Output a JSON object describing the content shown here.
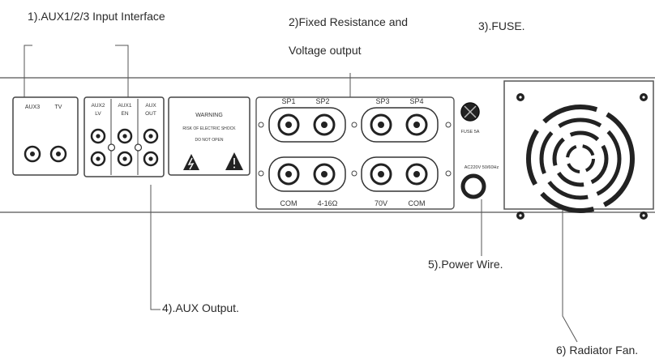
{
  "callouts": {
    "aux_input": "1).AUX1/2/3 Input Interface",
    "fixed_resistance_line1": "2)Fixed Resistance and",
    "fixed_resistance_line2": "Voltage output",
    "fuse": "3).FUSE.",
    "aux_output": "4).AUX Output.",
    "power_wire": "5).Power Wire.",
    "radiator_fan": "6) Radiator Fan."
  },
  "panel": {
    "aux3_label": "AUX3",
    "tv_label": "TV",
    "aux2_label": "AUX2",
    "aux2_sub": "LV",
    "aux1_label": "AUX1",
    "aux1_sub": "EN",
    "aux_out_label": "AUX",
    "aux_out_sub": "OUT",
    "warning_title": "WARNING",
    "warning_line1": "RISK OF ELECTRIC SHOCK",
    "warning_line2": "DO NOT OPEN",
    "sp1": "SP1",
    "sp2": "SP2",
    "sp3": "SP3",
    "sp4": "SP4",
    "com_left": "COM",
    "ohm": "4-16Ω",
    "v70": "70V",
    "com_right": "COM",
    "fuse_rating": "FUSE 5A",
    "power_label": "AC220V 50/60Hz"
  }
}
